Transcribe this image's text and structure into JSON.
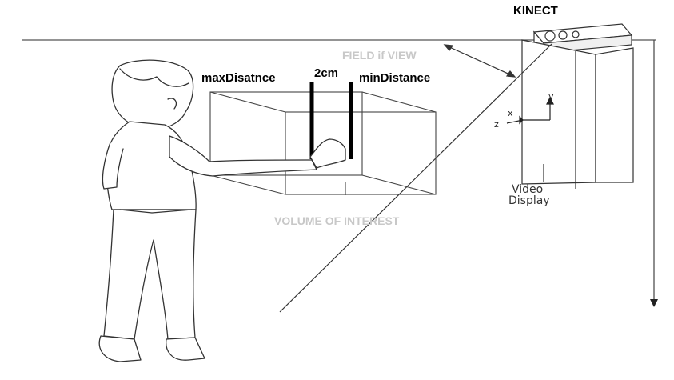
{
  "labels": {
    "kinect": "KINECT",
    "field_of_view": "FIELD if VIEW",
    "max_distance": "maxDisatnce",
    "spacing": "2cm",
    "min_distance": "minDistance",
    "volume_of_interest": "VOLUME OF INTEREST",
    "video_display_line1": "Video",
    "video_display_line2": "Display",
    "axis_x": "x",
    "axis_y": "y",
    "axis_z": "z"
  },
  "colors": {
    "line": "#333333",
    "bold_bar": "#000000",
    "gray_label": "#c8c8c8"
  }
}
